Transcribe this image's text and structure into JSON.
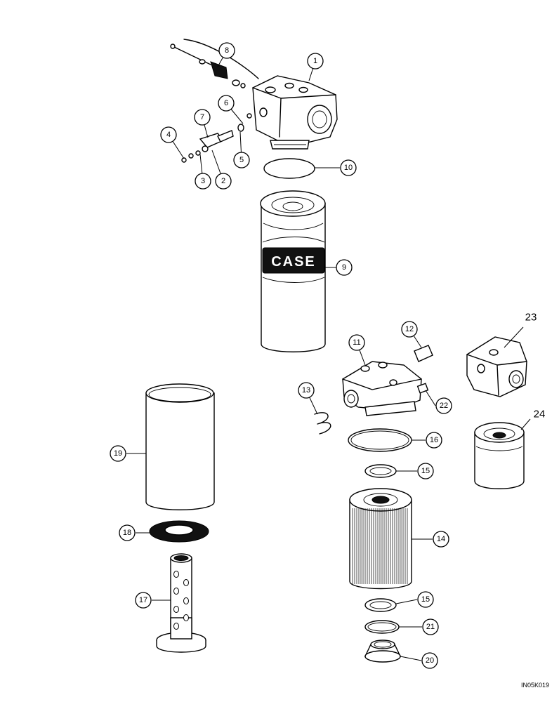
{
  "callouts": [
    "1",
    "2",
    "3",
    "4",
    "5",
    "6",
    "7",
    "8",
    "9",
    "10",
    "11",
    "12",
    "13",
    "14",
    "15",
    "15",
    "16",
    "17",
    "18",
    "19",
    "20",
    "21",
    "22",
    "23",
    "24"
  ],
  "labels": {
    "part_23": "23",
    "part_24": "24"
  },
  "filter_brand": "CASE",
  "illustration_code": "IN05K019"
}
